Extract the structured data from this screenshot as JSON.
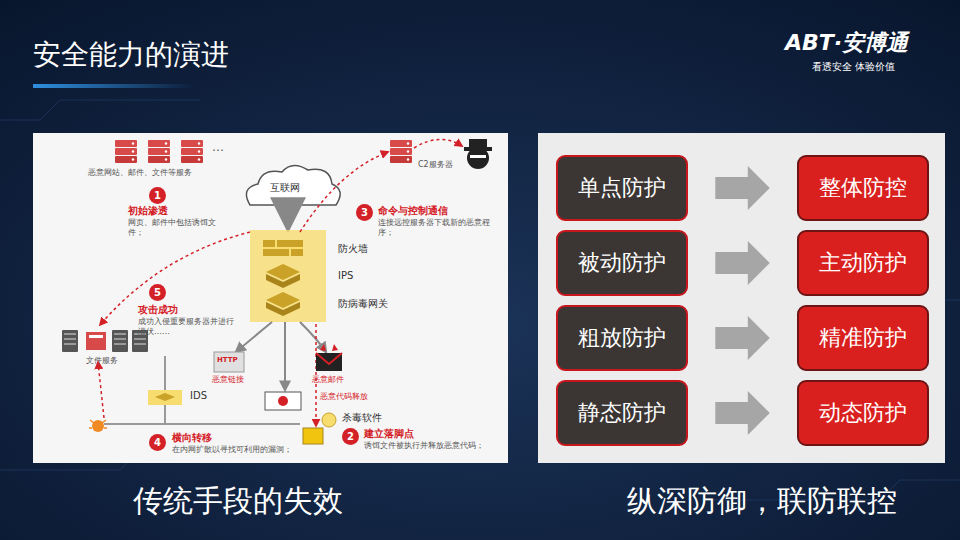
{
  "diagram": {
    "title": "安全能力的演进",
    "nodes": [
      {
        "text": [
          "传统手段的失效"
        ]
      },
      {
        "text": [
          "纵深防御，联防联控"
        ]
      },
      {
        "text": [
          "单点防护"
        ],
        "in": 1
      },
      {
        "text": [
          "整体防控"
        ],
        "in": 1
      },
      {
        "text": [
          "被动防护"
        ],
        "in": 1
      },
      {
        "text": [
          "主动防护"
        ],
        "in": 1
      },
      {
        "text": [
          "粗放防护"
        ],
        "in": 1
      },
      {
        "text": [
          "精准防护"
        ],
        "in": 1
      },
      {
        "text": [
          "静态防护"
        ],
        "in": 1
      },
      {
        "text": [
          "动态防护"
        ],
        "in": 1
      }
    ],
    "edges": [
      {
        "from": 2,
        "to": 3,
        "arrow": "to"
      },
      {
        "from": 4,
        "to": 5,
        "arrow": "to"
      },
      {
        "from": 6,
        "to": 7,
        "arrow": "to"
      },
      {
        "from": 8,
        "to": 9,
        "arrow": "to"
      }
    ],
    "labels": [
      "ABT·安博通",
      "看透安全 体验价值",
      "…",
      "恶意网站、邮件、文件等服务",
      "1",
      "初始渗透",
      "网页、邮件中包括诱饵文件；",
      "互联网",
      "C2服务器",
      "3",
      "命令与控制通信",
      "连接远控服务器下载新的恶意程序；",
      "防火墙",
      "IPS",
      "防病毒网关",
      "5",
      "攻击成功",
      "成功入侵重要服务器并进行潜伏……",
      "文件服务",
      "IDS",
      "HTTP",
      "恶意链接",
      "恶意邮件",
      "恶意代码释放",
      "杀毒软件",
      "2",
      "建立落脚点",
      "诱饵文件被执行并释放恶意代码；",
      "4",
      "横向转移",
      "在内网扩散以寻找可利用的漏洞；"
    ]
  }
}
